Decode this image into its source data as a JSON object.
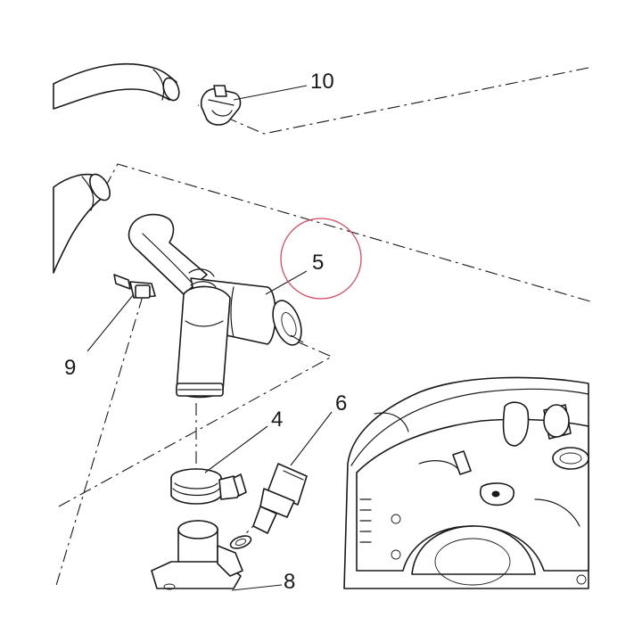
{
  "callouts": {
    "c10": "10",
    "c5": "5",
    "c9": "9",
    "c4": "4",
    "c6": "6",
    "c8": "8"
  },
  "highlight_color": "#d9485f",
  "line_color": "#1a1a1a"
}
